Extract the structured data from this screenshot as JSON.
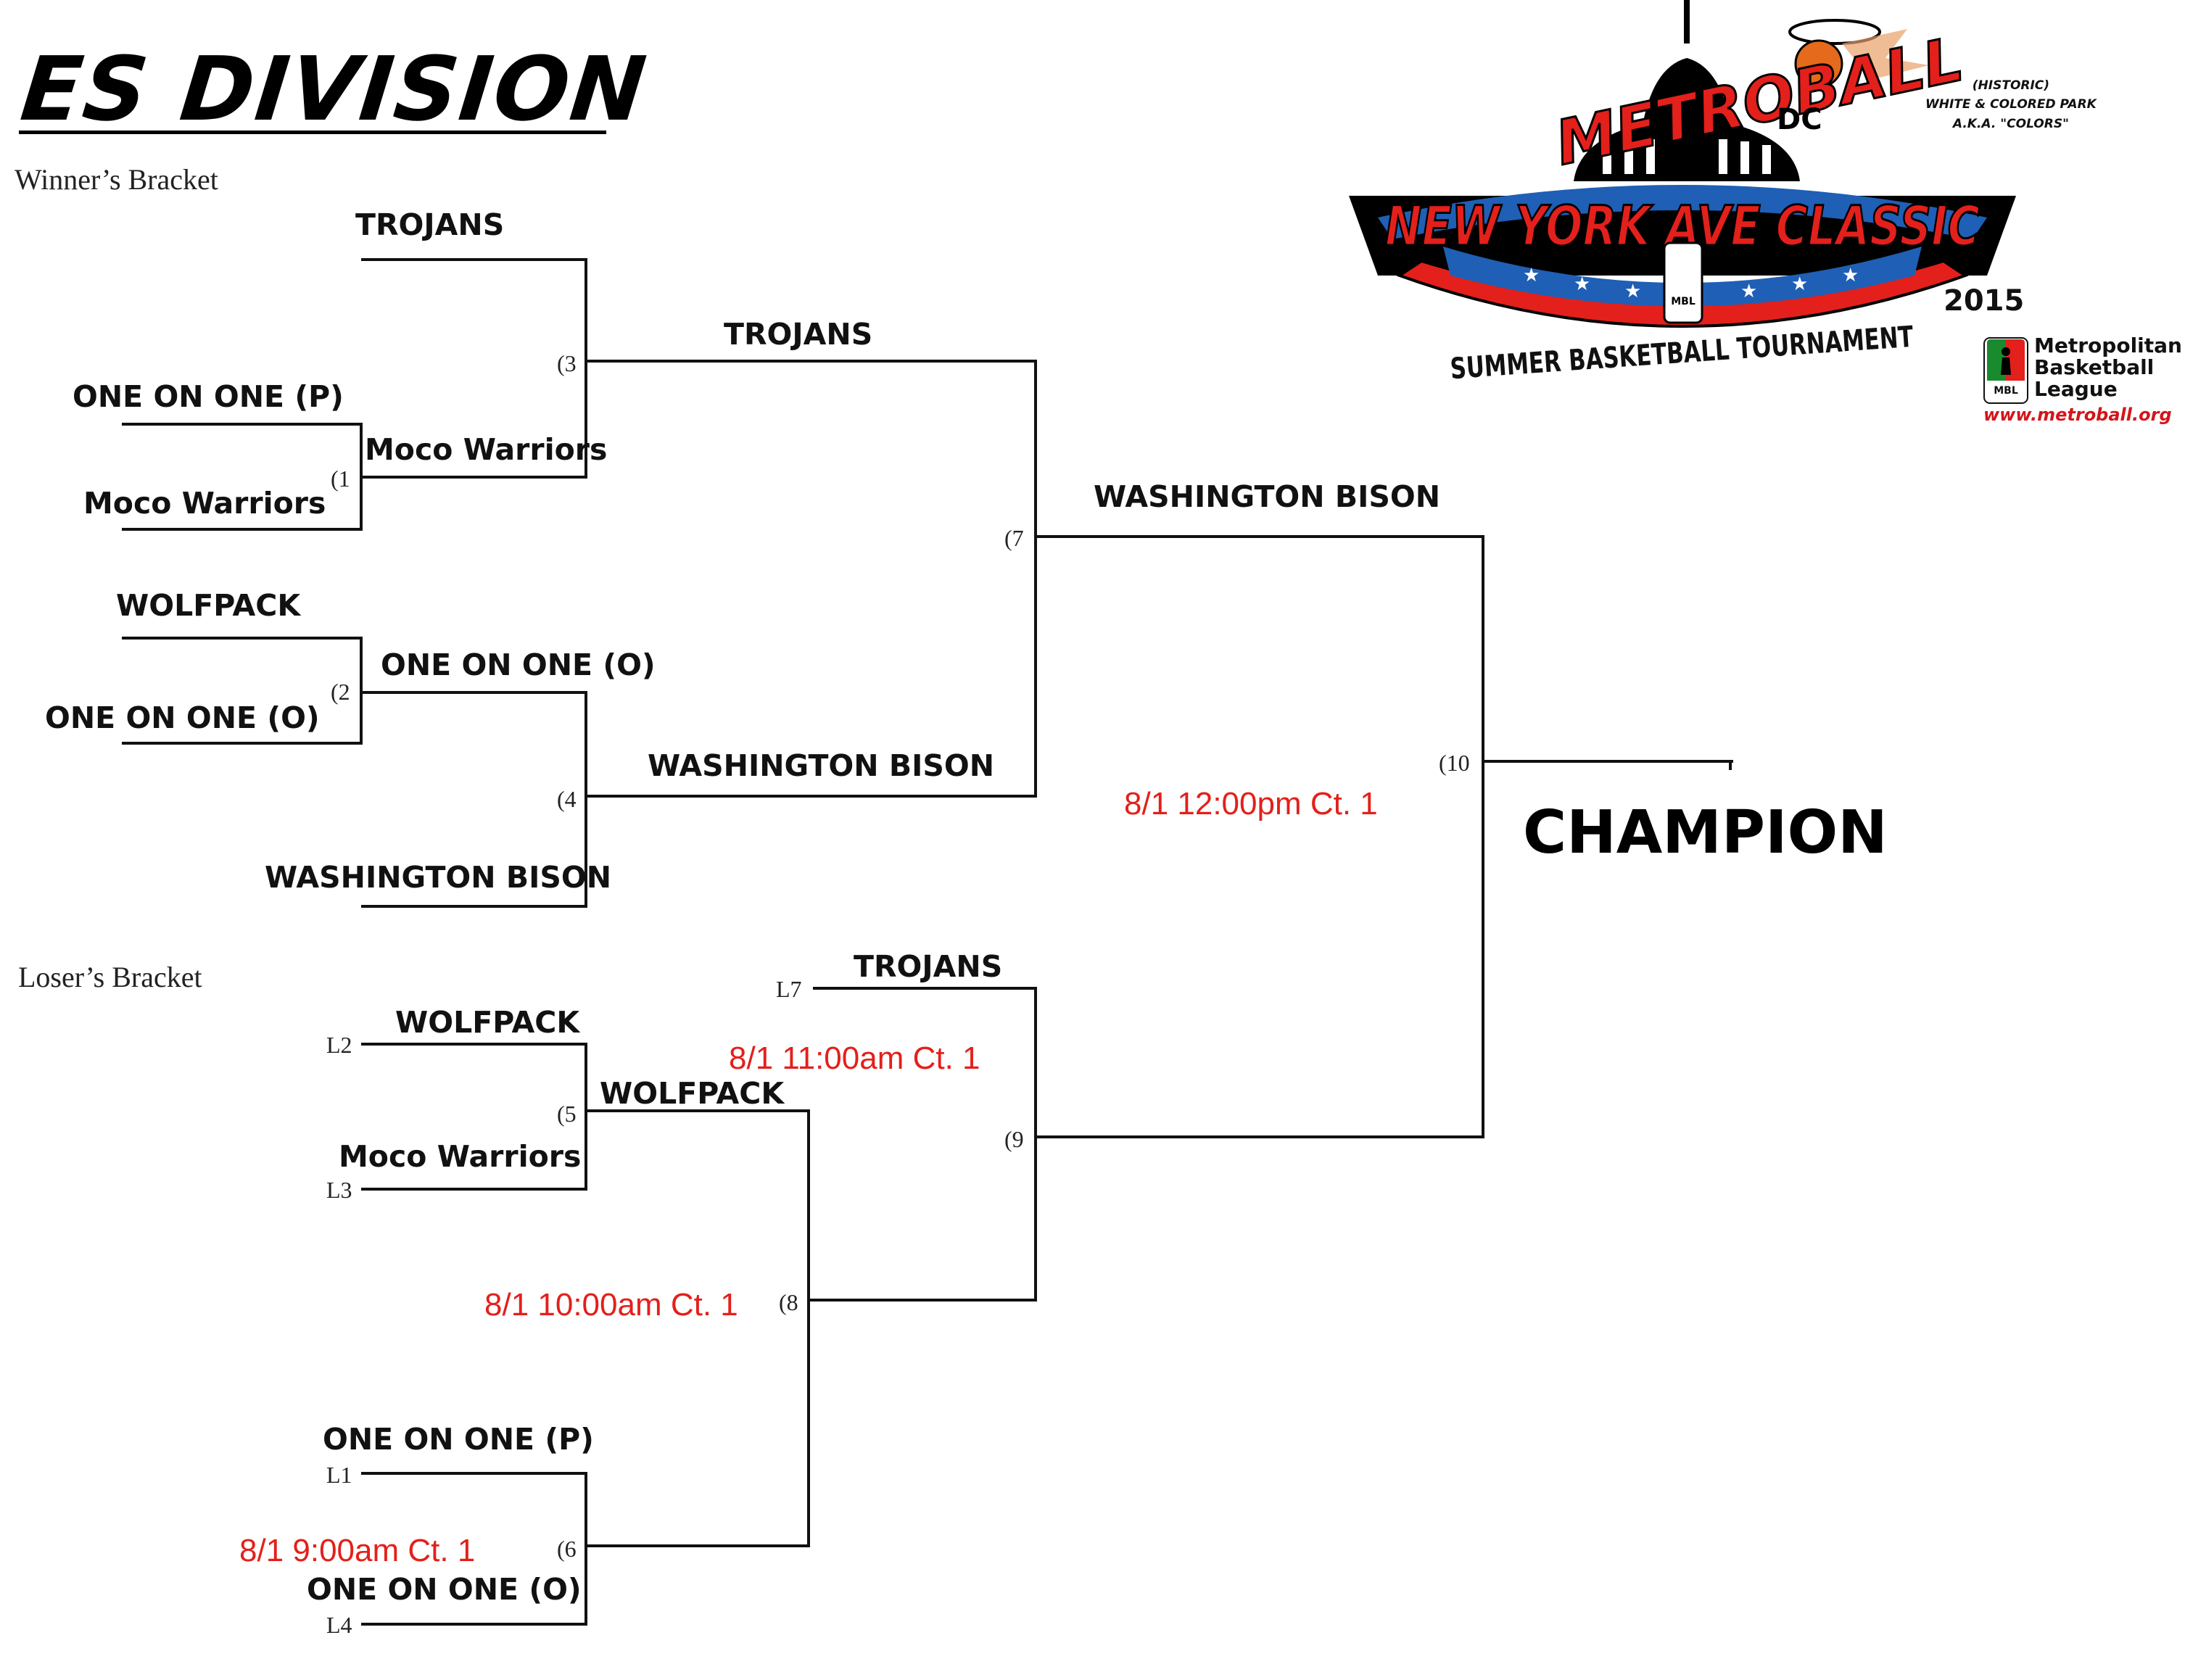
{
  "header": {
    "division_title": "ES DIVISION",
    "winners_label": "Winner’s Bracket",
    "losers_label": "Loser’s Bracket",
    "champion_label": "CHAMPION"
  },
  "logo": {
    "brand": "METROBALL",
    "brand_suffix": "DC",
    "event": "NEW YORK AVE CLASSIC",
    "subtitle": "SUMMER BASKETBALL TOURNAMENT",
    "badge": "MBL",
    "year": "2015",
    "side_line1": "(HISTORIC)",
    "side_line2": "WHITE & COLORED PARK",
    "side_line3": "A.K.A. \"COLORS\"",
    "league_line1": "Metropolitan",
    "league_line2": "Basketball",
    "league_line3": "League",
    "league_badge": "MBL",
    "url": "www.metroball.org",
    "colors": {
      "red": "#e3201b",
      "blue": "#1f5fb5",
      "navy": "#10224d",
      "green": "#1a8a2e",
      "black": "#000000"
    }
  },
  "teams": {
    "r1_trojans": "TROJANS",
    "r1_one_on_one_p": "ONE ON ONE (P)",
    "r1_moco_warriors": "Moco Warriors",
    "r1_wolfpack": "WOLFPACK",
    "r1_one_on_one_o": "ONE ON ONE (O)",
    "r1_washington_bison": "WASHINGTON BISON",
    "g1_winner": "Moco Warriors",
    "g2_winner": "ONE ON ONE (O)",
    "g3_winner": "TROJANS",
    "g4_winner": "WASHINGTON BISON",
    "g7_winner": "WASHINGTON BISON",
    "lb_l7": "TROJANS",
    "lb_l2": "WOLFPACK",
    "lb_l3": "Moco Warriors",
    "g5_winner": "WOLFPACK",
    "lb_l1": "ONE ON ONE (P)",
    "lb_l4": "ONE ON ONE (O)"
  },
  "games": {
    "g1": "(1",
    "g2": "(2",
    "g3": "(3",
    "g4": "(4",
    "g5": "(5",
    "g6": "(6",
    "g7": "(7",
    "g8": "(8",
    "g9": "(9",
    "g10": "(10"
  },
  "slots": {
    "l1": "L1",
    "l2": "L2",
    "l3": "L3",
    "l4": "L4",
    "l7": "L7"
  },
  "schedule": {
    "g10": "8/1 12:00pm Ct. 1",
    "g9": "8/1 11:00am Ct. 1",
    "g8": "8/1 10:00am Ct. 1",
    "g6": "8/1 9:00am Ct. 1"
  }
}
